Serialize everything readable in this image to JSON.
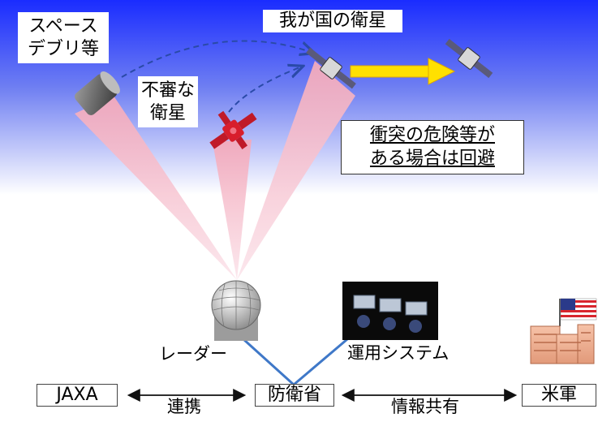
{
  "labels": {
    "space_debris": [
      "スペース",
      "デブリ等"
    ],
    "suspicious_satellite": [
      "不審な",
      "衛星"
    ],
    "own_satellite": "我が国の衛星",
    "avoidance": [
      "衝突の危険等が",
      "ある場合は回避"
    ],
    "radar": "レーダー",
    "operation_system": "運用システム",
    "jaxa": "JAXA",
    "mod": "防衛省",
    "us_forces": "米軍",
    "cooperation": "連携",
    "info_sharing": "情報共有"
  },
  "colors": {
    "sky_top": "#1a2cff",
    "sky_bottom": "#ffffff",
    "beam": "#f2b8c6",
    "link_line": "#3f78c8",
    "arrow_yellow": "#ffe000",
    "suspicious_sat": "#d81e2c"
  }
}
